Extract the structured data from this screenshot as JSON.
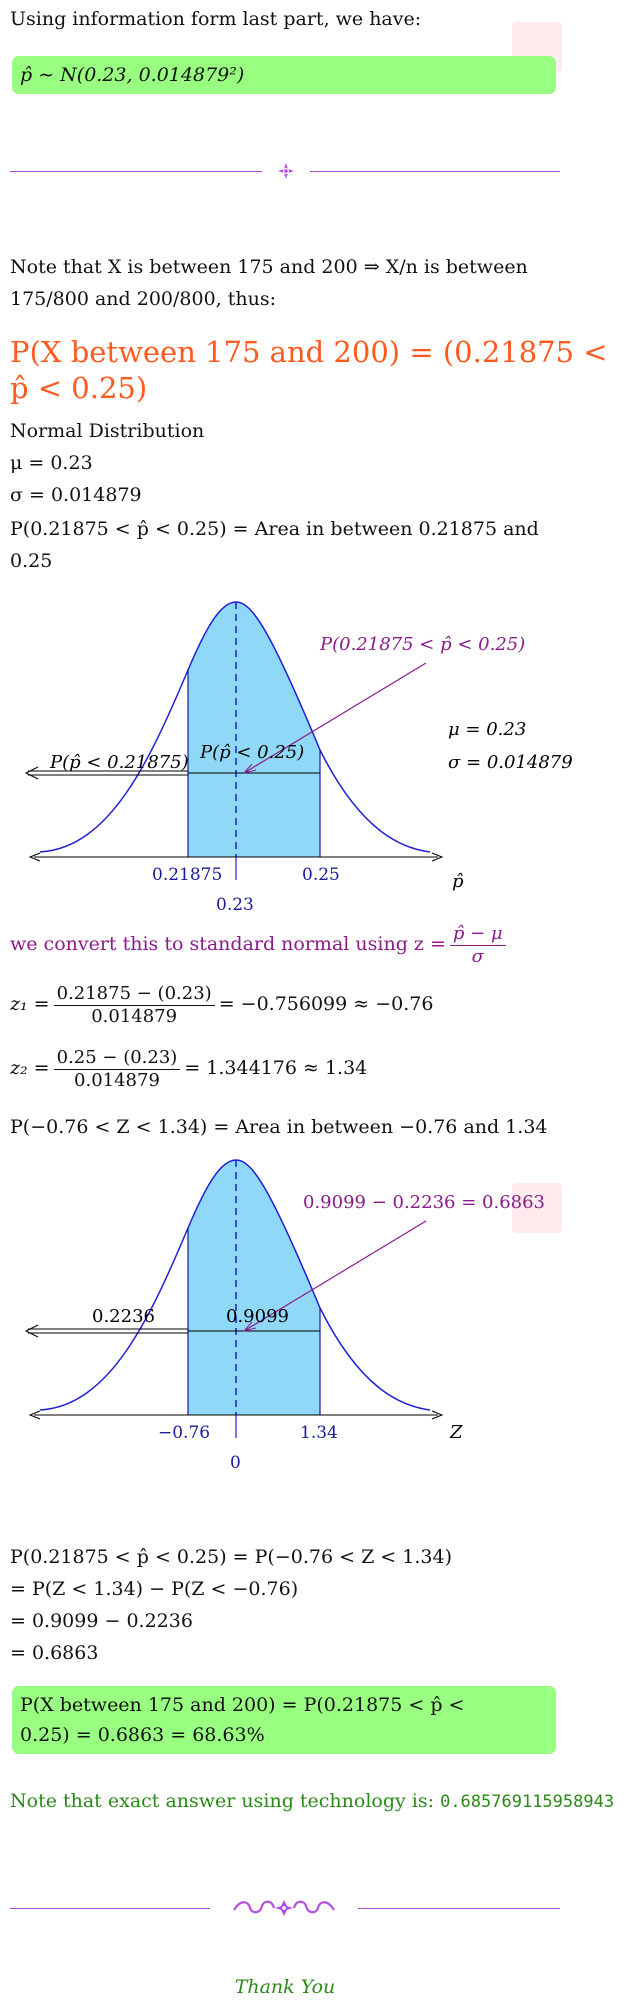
{
  "intro_text": "Using information form last part, we have:",
  "distribution_box": "p̂ ∼ N(0.23, 0.014879²)",
  "note_line1": "Note that X is between 175 and 200 ⇒ X/n is between",
  "note_line2": "175/800 and 200/800, thus:",
  "headline_line1": "P(X between 175 and 200) = (0.21875 <",
  "headline_line2": "p̂ < 0.25)",
  "normal_title": "Normal Distribution",
  "mu_line": "μ = 0.23",
  "sigma_line": "σ = 0.014879",
  "area_line1": "P(0.21875 < p̂ < 0.25) = Area in between 0.21875 and",
  "area_line2": "0.25",
  "chart1": {
    "top_label": "P(0.21875 < p̂ < 0.25)",
    "left_label": "P(p̂ < 0.21875)",
    "mid_label": "P(p̂ < 0.25)",
    "mu_label": "μ = 0.23",
    "sigma_label": "σ = 0.014879",
    "tick_left": "0.21875",
    "tick_right": "0.25",
    "tick_center": "0.23",
    "axis_var": "p̂"
  },
  "convert_text": "we convert this to standard normal using z =",
  "convert_num": "p̂ − μ",
  "convert_den": "σ",
  "z1": {
    "lhs": "z₁ =",
    "num": "0.21875 − (0.23)",
    "den": "0.014879",
    "rhs": "= −0.756099 ≈ −0.76"
  },
  "z2": {
    "lhs": "z₂ =",
    "num": "0.25 − (0.23)",
    "den": "0.014879",
    "rhs": "= 1.344176 ≈ 1.34"
  },
  "area_z_line": "P(−0.76 < Z < 1.34) = Area in between −0.76 and 1.34",
  "chart2": {
    "top_label": "0.9099 − 0.2236 = 0.6863",
    "left_label": "0.2236",
    "mid_label": "0.9099",
    "tick_left": "−0.76",
    "tick_right": "1.34",
    "tick_center": "0",
    "axis_var": "Z"
  },
  "calc_lines": [
    "P(0.21875 < p̂ < 0.25) = P(−0.76 < Z < 1.34)",
    "= P(Z < 1.34) − P(Z < −0.76)",
    "= 0.9099 − 0.2236",
    "= 0.6863"
  ],
  "answer_line1": "P(X between 175 and 200) = P(0.21875  <  p̂  <",
  "answer_line2": "0.25) = 0.6863 = 68.63%",
  "exact_text": "Note that exact answer using technology is:",
  "exact_value": "0.685769115958943",
  "thanks": "Thank You",
  "colors": {
    "accent_purple": "#b04fe0",
    "green_box": "#99ff80",
    "orange": "#ff5a1f",
    "label_purple": "#8b1a8b",
    "curve_blue": "#1f1fd6",
    "fill_blue": "#8fd8f7",
    "tick_blue": "#1a1a9a",
    "dark_green": "#2a8a17"
  }
}
